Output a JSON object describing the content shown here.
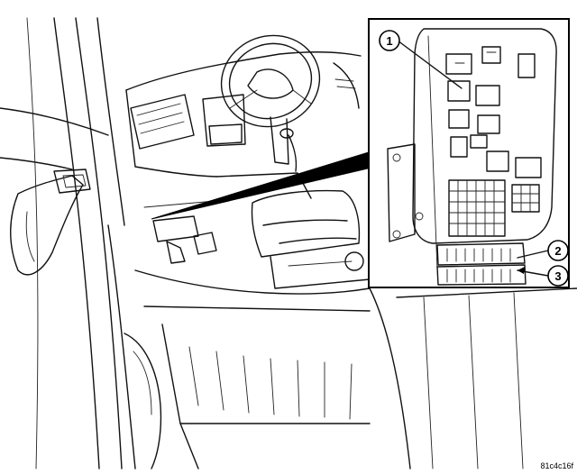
{
  "figure": {
    "figure_id": "81c4c16f"
  },
  "callouts": [
    {
      "label": "1"
    },
    {
      "label": "2"
    },
    {
      "label": "3"
    }
  ]
}
